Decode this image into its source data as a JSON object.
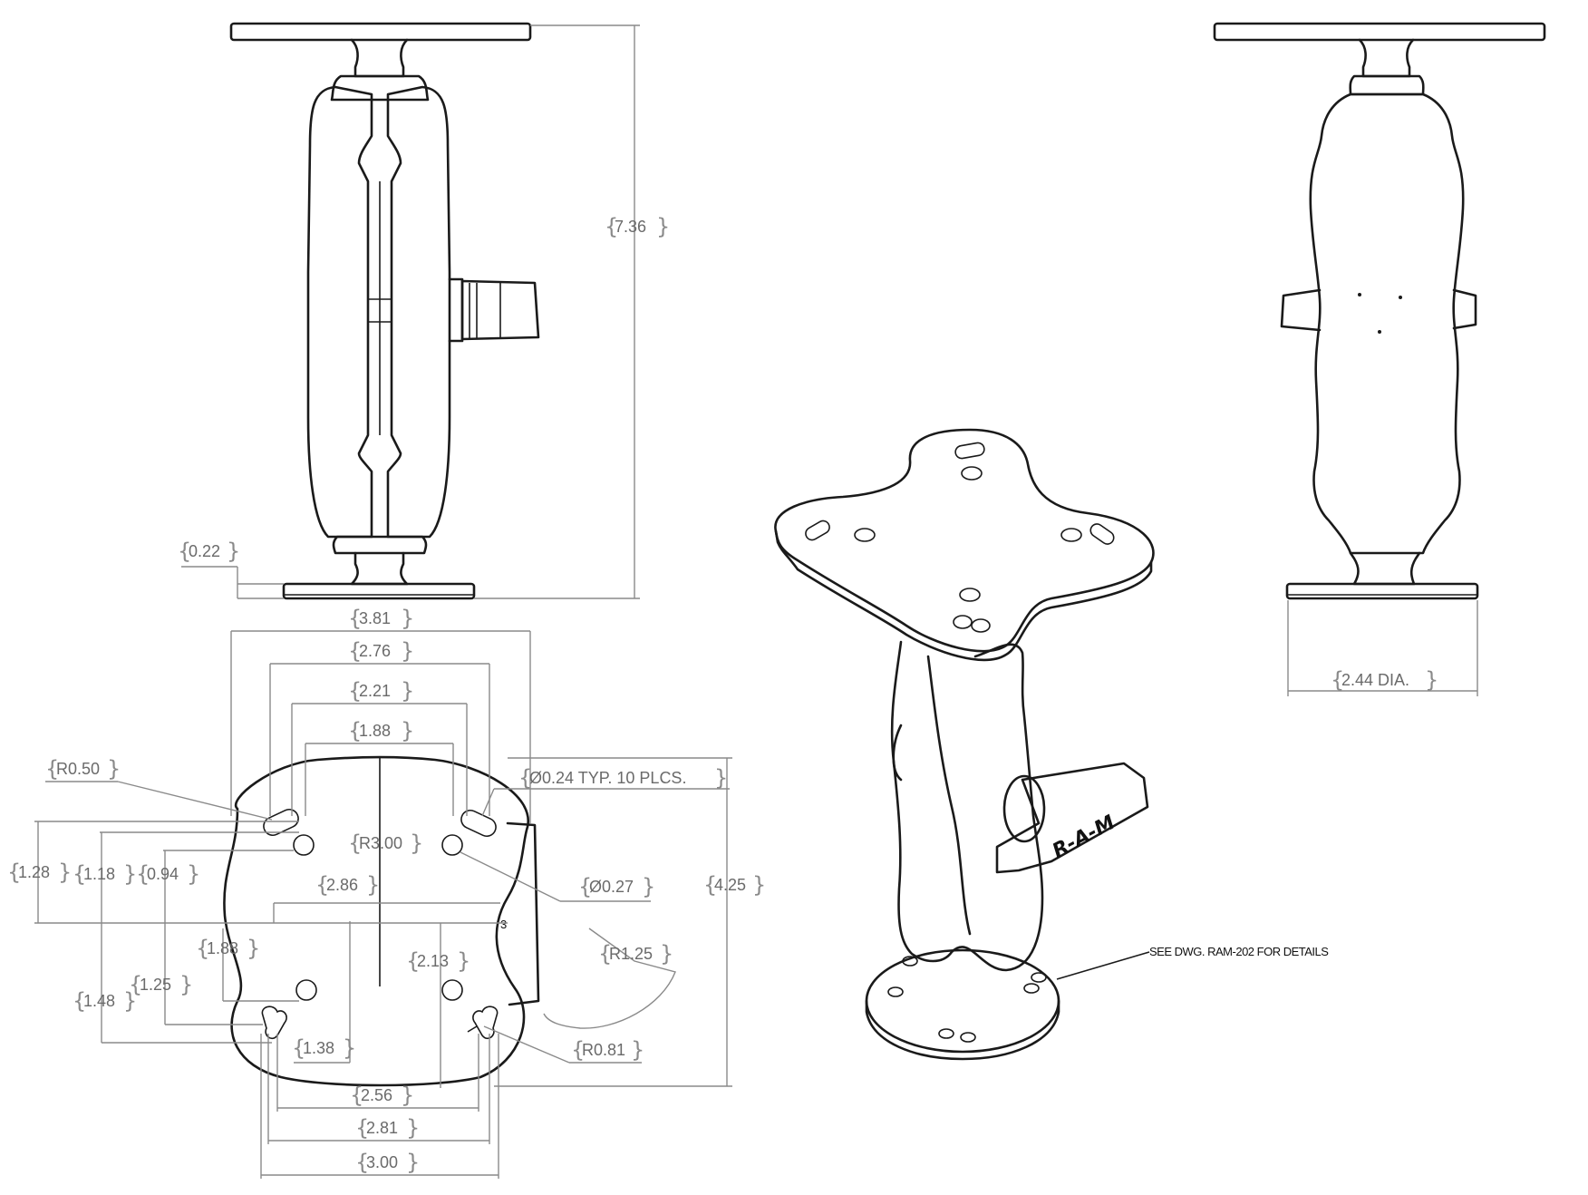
{
  "dimensions": {
    "overall_height": "7.36",
    "base_thickness": "0.22",
    "plate_width": "3.81",
    "slot_span_outer": "2.76",
    "slot_span_inner": "2.21",
    "slot_span_min": "1.88",
    "radius_corner": "R0.50",
    "hole_note": "Ø0.24 TYP. 10 PLCS.",
    "plate_radius": "R3.00",
    "left_1_28": "1.28",
    "left_1_18": "1.18",
    "left_0_94": "0.94",
    "mid_2_86": "2.86",
    "hole_dia": "Ø0.27",
    "plate_height": "4.25",
    "arc_radius": "R1.25",
    "left_1_88": "1.88",
    "mid_2_13": "2.13",
    "left_1_25": "1.25",
    "left_1_48": "1.48",
    "bottom_1_38": "1.38",
    "radius_r081": "R0.81",
    "bottom_2_56": "2.56",
    "bottom_2_81": "2.81",
    "bottom_3_00": "3.00",
    "base_dia": "2.44 DIA."
  },
  "notes": {
    "reference": "SEE DWG. RAM-202 FOR DETAILS",
    "logo": "R-A-M"
  }
}
